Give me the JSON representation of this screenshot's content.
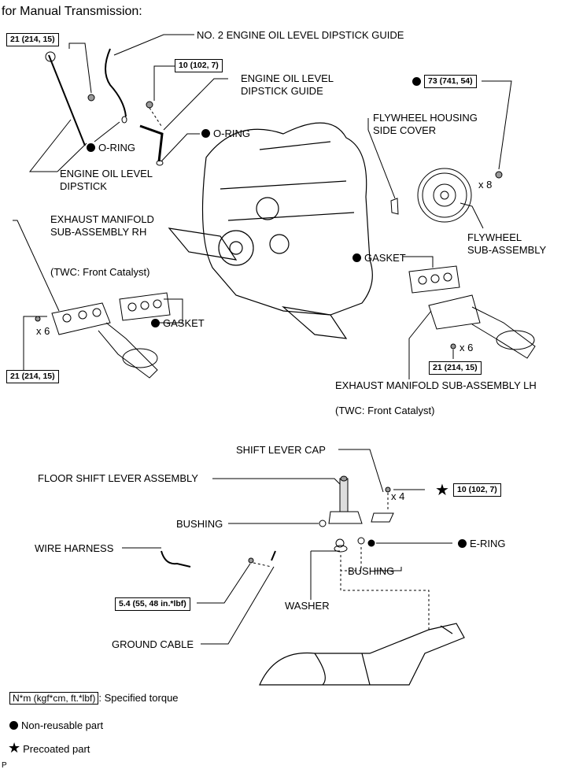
{
  "title": "for Manual Transmission:",
  "labels": {
    "no2_guide": "NO. 2 ENGINE OIL LEVEL DIPSTICK GUIDE",
    "guide": "ENGINE OIL LEVEL\nDIPSTICK GUIDE",
    "oring": "O-RING",
    "dipstick": "ENGINE OIL LEVEL\nDIPSTICK",
    "flywheel_cover": "FLYWHEEL HOUSING\nSIDE COVER",
    "flywheel": "FLYWHEEL\nSUB-ASSEMBLY",
    "exhaust_rh": "EXHAUST MANIFOLD\nSUB-ASSEMBLY RH",
    "twc_front": "(TWC: Front Catalyst)",
    "gasket": "GASKET",
    "exhaust_lh": "EXHAUST MANIFOLD SUB-ASSEMBLY LH",
    "shift_cap": "SHIFT LEVER CAP",
    "floor_shift": "FLOOR SHIFT LEVER ASSEMBLY",
    "bushing": "BUSHING",
    "wire_harness": "WIRE HARNESS",
    "e_ring": "E-RING",
    "washer": "WASHER",
    "ground_cable": "GROUND CABLE"
  },
  "torques": {
    "t_21a": "21 (214, 15)",
    "t_10a": "10 (102, 7)",
    "t_73": "73 (741, 54)",
    "t_21b": "21 (214, 15)",
    "t_21c": "21 (214, 15)",
    "t_10b": "10 (102, 7)",
    "t_54": "5.4 (55, 48 in.*lbf)"
  },
  "counts": {
    "x8": "x 8",
    "x6a": "x 6",
    "x6b": "x 6",
    "x4": "x 4"
  },
  "legend": {
    "torque_box": "N*m (kgf*cm, ft.*lbf)",
    "torque_desc": ": Specified torque",
    "non_reusable": "Non-reusable part",
    "precoated": "Precoated part"
  },
  "footer": "P"
}
